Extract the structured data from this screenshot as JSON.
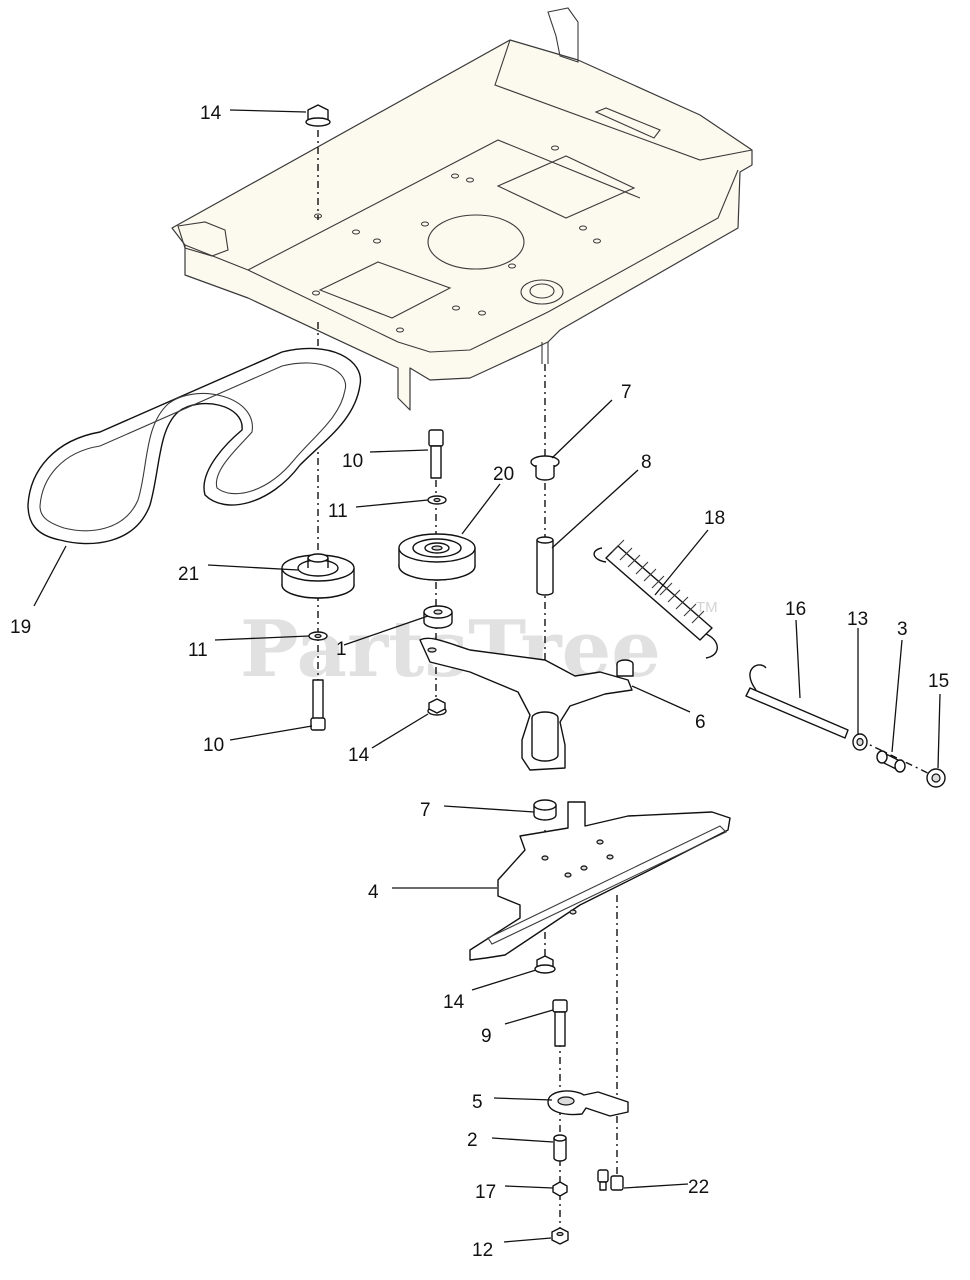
{
  "watermark": {
    "text": "PartsTree",
    "mark": "TM"
  },
  "callouts": {
    "c14_top": "14",
    "c7_top": "7",
    "c8": "8",
    "c10_top": "10",
    "c20": "20",
    "c18": "18",
    "c11_top": "11",
    "c21": "21",
    "c16": "16",
    "c13": "13",
    "c3": "3",
    "c19": "19",
    "c11_bottom": "11",
    "c1": "1",
    "c15": "15",
    "c6": "6",
    "c10_bottom": "10",
    "c14_mid": "14",
    "c7_bottom": "7",
    "c4": "4",
    "c14_bottom": "14",
    "c9": "9",
    "c5": "5",
    "c2": "2",
    "c17": "17",
    "c22": "22",
    "c12": "12"
  }
}
